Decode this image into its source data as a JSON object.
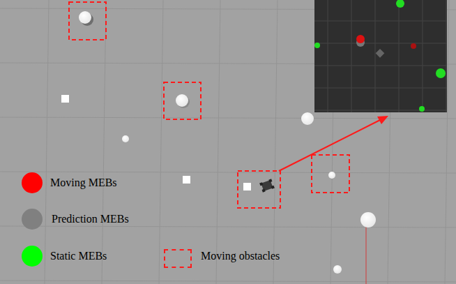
{
  "diagram": {
    "legend": [
      {
        "text": "Moving MEBs",
        "color": "#ff0000"
      },
      {
        "text": "Prediction MEBs",
        "color": "#808080"
      },
      {
        "text": "Static MEBs",
        "color": "#00ff00"
      },
      {
        "text": "Moving obstacles"
      }
    ]
  }
}
